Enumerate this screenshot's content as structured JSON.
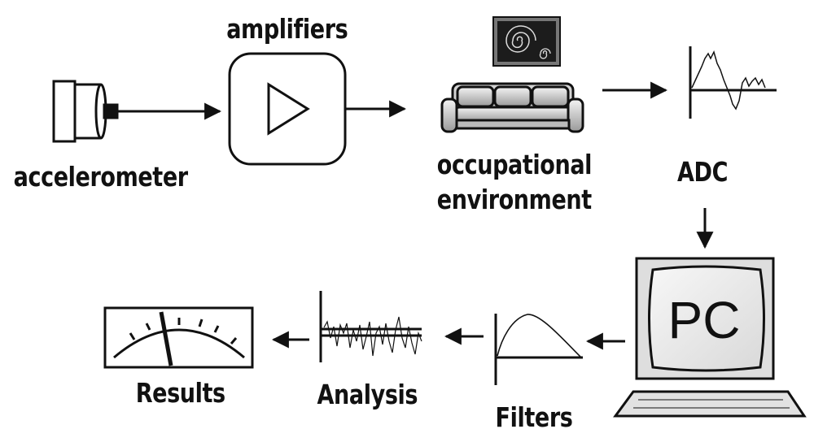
{
  "labels": {
    "accelerometer": "accelerometer",
    "amplifiers": "amplifiers",
    "occupational_line1": "occupational",
    "occupational_line2": "environment",
    "adc": "ADC",
    "pc": "PC",
    "filters": "Filters",
    "analysis": "Analysis",
    "results": "Results"
  },
  "colors": {
    "stroke": "#111111",
    "sofa_fill": "#cfcfcf",
    "monitor_fill": "#e2e2e2",
    "painting_bg": "#222222"
  },
  "icons": [
    "accelerometer-icon",
    "amplifier-triangle-icon",
    "painting-icon",
    "sofa-icon",
    "adc-signal-icon",
    "pc-monitor-icon",
    "keyboard-icon",
    "filter-curve-icon",
    "analysis-signal-icon",
    "results-meter-icon"
  ]
}
